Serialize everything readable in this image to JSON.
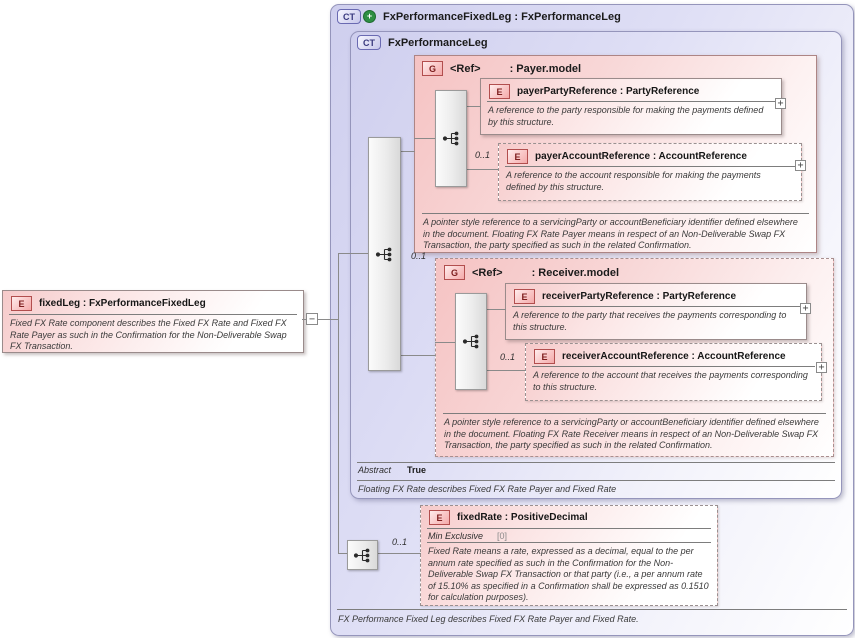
{
  "colors": {
    "type_box_fill": "#d6d6f1",
    "type_box_border": "#9595bb",
    "group_fill": "#f5c3c3",
    "element_badge_border": "#b24e4e",
    "badge_text_red": "#7d1d1d",
    "badge_text_blue": "#39397e",
    "extension_plus_green": "#2e8f43",
    "connector_gray": "#8a8a8a"
  },
  "icons": {
    "collapse": "−",
    "expand": "+",
    "extension_plus": "+"
  },
  "fixed_leg": {
    "badge": "E",
    "title": "fixedLeg : FxPerformanceFixedLeg",
    "annotation": "Fixed FX Rate component describes the Fixed FX Rate and Fixed FX Rate Payer as such in the Confirmation for the Non-Deliverable Swap FX Transaction."
  },
  "root_type": {
    "badge": "CT",
    "title": "FxPerformanceFixedLeg : FxPerformanceLeg",
    "footer": "FX Performance Fixed Leg describes Fixed FX Rate Payer and Fixed Rate."
  },
  "base_type": {
    "badge": "CT",
    "title": "FxPerformanceLeg",
    "abstract_label": "Abstract",
    "abstract_value": "True",
    "annotation": "Floating FX Rate describes Fixed FX Rate Payer and Fixed Rate"
  },
  "payer_group": {
    "badge": "G",
    "name": "<Ref>",
    "type": ": Payer.model",
    "annotation": "A pointer style reference to a servicingParty or accountBeneficiary identifier defined elsewhere in the document. Floating FX Rate Payer means in respect of an Non-Deliverable Swap FX Transaction, the party specified as such in the related Confirmation.",
    "party": {
      "badge": "E",
      "title": "payerPartyReference : PartyReference",
      "annotation": "A reference to the party responsible for making the payments defined by this structure."
    },
    "account": {
      "badge": "E",
      "occurrence": "0..1",
      "title": "payerAccountReference : AccountReference",
      "annotation": "A reference to the account responsible for making the payments defined by this structure."
    }
  },
  "receiver_group": {
    "badge": "G",
    "occurrence": "0..1",
    "name": "<Ref>",
    "type": ": Receiver.model",
    "annotation": "A pointer style reference to a servicingParty or accountBeneficiary identifier defined elsewhere in the document. Floating FX Rate Receiver means in respect of an Non-Deliverable Swap FX Transaction, the party specified as such in the related Confirmation.",
    "party": {
      "badge": "E",
      "title": "receiverPartyReference : PartyReference",
      "annotation": "A reference to the party that receives the payments corresponding to this structure."
    },
    "account": {
      "badge": "E",
      "occurrence": "0..1",
      "title": "receiverAccountReference : AccountReference",
      "annotation": "A reference to the account that receives the payments corresponding to this structure."
    }
  },
  "fixed_rate": {
    "badge": "E",
    "occurrence": "0..1",
    "title": "fixedRate : PositiveDecimal",
    "facet_label": "Min Exclusive",
    "facet_value": "[0]",
    "annotation": "Fixed Rate means a rate, expressed as a decimal, equal to the per annum rate specified as such in the Confirmation for the Non-Deliverable Swap FX Transaction or that party (i.e., a per annum rate of 15.10% as specified in a Confirmation shall be expressed as 0.1510 for calculation purposes)."
  }
}
